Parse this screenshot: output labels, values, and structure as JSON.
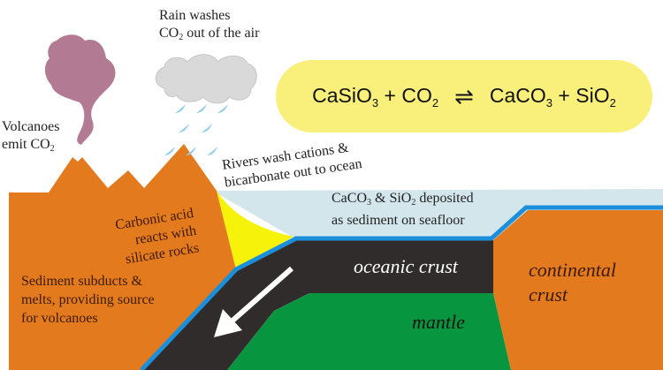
{
  "labels": {
    "rain_1": "Rain washes",
    "rain_2a": "CO",
    "rain_2sub": "2",
    "rain_2b": " out of the air",
    "volc_1": "Volcanoes",
    "volc_2a": "emit CO",
    "volc_2sub": "2",
    "rivers_1": "Rivers wash cations &",
    "rivers_2": "bicarbonate out to ocean",
    "dep_1a": "CaCO",
    "dep_1sub1": "3",
    "dep_1b": " & SiO",
    "dep_1sub2": "2",
    "dep_1c": " deposited",
    "dep_2": "as sediment on seafloor",
    "carb_1": "Carbonic acid",
    "carb_2": "reacts with",
    "carb_3": "silicate rocks",
    "sed_1": "Sediment subducts &",
    "sed_2": "melts, providing source",
    "sed_3": "for volcanoes",
    "oceanic": "oceanic crust",
    "mantle": "mantle",
    "cont_1": "continental",
    "cont_2": "crust"
  },
  "equation": {
    "left_a": "CaSiO",
    "left_a_sub": "3",
    "plus1": "+ CO",
    "plus1_sub": "2",
    "arrow": "⇌",
    "right_a": "CaCO",
    "right_a_sub": "3",
    "plus2": "+ SiO",
    "plus2_sub": "2"
  },
  "colors": {
    "rock": "#e47a1e",
    "sea": "#d3e6ec",
    "sediment": "#1b8fdc",
    "crust": "#302c2b",
    "mantle": "#07963f",
    "weathering": "#f6f20a",
    "plume": "#b27a93",
    "cloud": "#d9d9d9",
    "rain": "#8fcdee",
    "pill": "#f8f07a"
  }
}
